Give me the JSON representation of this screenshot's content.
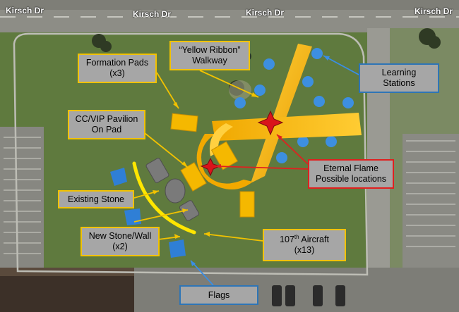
{
  "roads": {
    "top_labels": [
      "Kirsch Dr",
      "Kirsch Dr",
      "Kirsch Dr",
      "Kirsch Dr"
    ]
  },
  "callouts": {
    "formation_pads": {
      "line1": "Formation Pads",
      "line2": "(x3)"
    },
    "yellow_ribbon": {
      "line1": "“Yellow Ribbon”",
      "line2": "Walkway"
    },
    "learning_stations": {
      "line1": "Learning",
      "line2": "Stations"
    },
    "pavilion": {
      "line1": "CC/VIP Pavilion",
      "line2": "On Pad"
    },
    "existing_stone": {
      "line1": "Existing Stone"
    },
    "eternal_flame": {
      "line1": "Eternal Flame",
      "line2": "Possible locations"
    },
    "new_stone": {
      "line1": "New Stone/Wall",
      "line2": "(x2)"
    },
    "aircraft": {
      "line1_pre": "107",
      "line1_sup": "th",
      "line1_post": " Aircraft",
      "line2": "(x13)"
    },
    "flags": {
      "line1": "Flags"
    }
  },
  "colors": {
    "grass": "#5f7a3e",
    "road": "#8c8c84",
    "callout_fill": "#a6a6a6",
    "yellow_border": "#f2c200",
    "blue_border": "#2e75b6",
    "red_border": "#e0201f",
    "station_blue": "#3d8fe0",
    "pad_yellow": "#f5b800",
    "ribbon_yellow": "#f7b500",
    "flame_red": "#d9141b",
    "stone_gray": "#7a7a7a"
  },
  "icons": {
    "flame_marker": "red-four-point-star",
    "flag": "blue-flag",
    "learning_station": "blue-circle"
  }
}
